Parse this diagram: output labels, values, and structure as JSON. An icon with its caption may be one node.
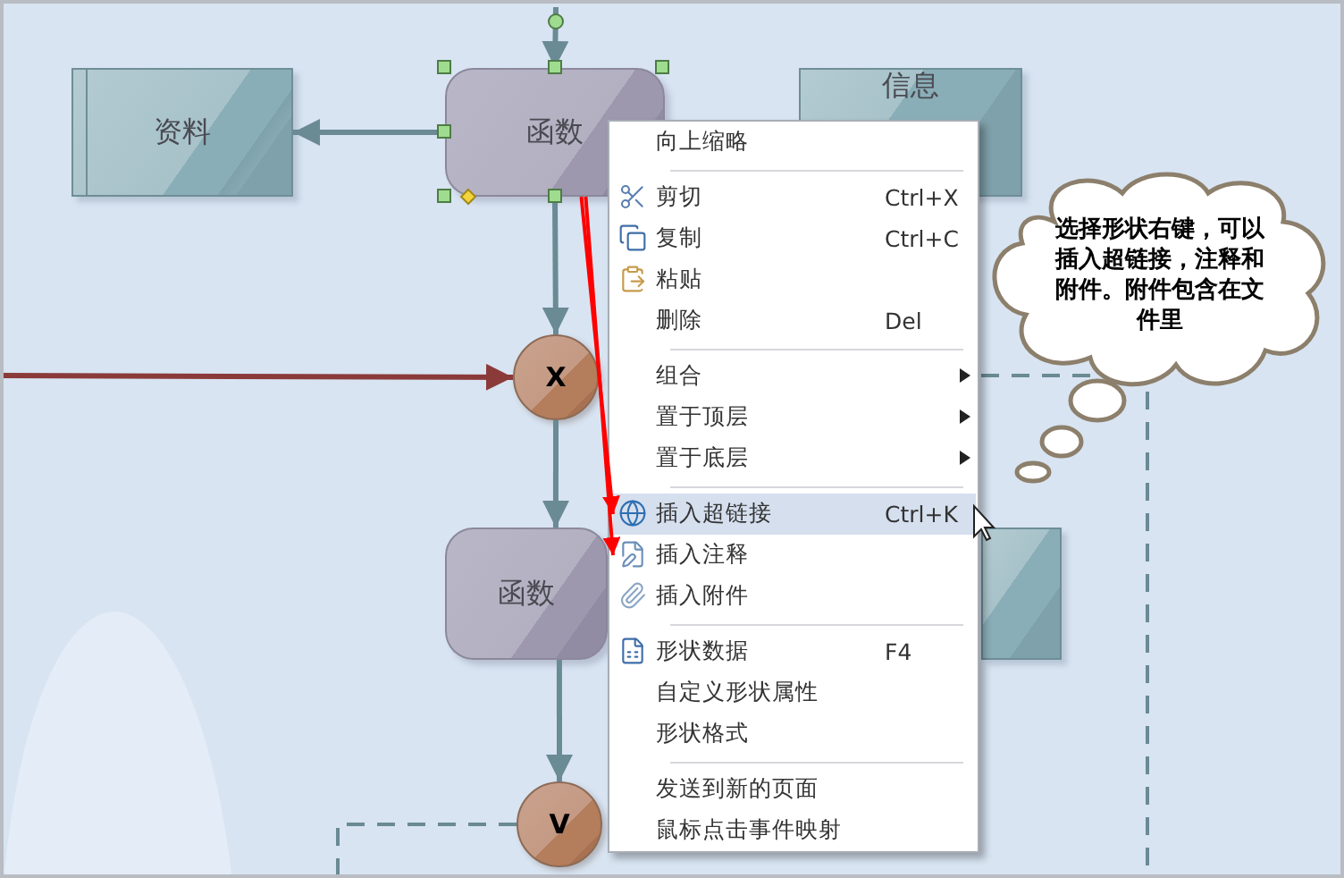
{
  "diagram": {
    "nodes": [
      {
        "text": [
          "资料"
        ]
      },
      {
        "text": [
          "函数"
        ]
      },
      {
        "text": [
          "信息"
        ]
      },
      {
        "text": [
          "X"
        ]
      },
      {
        "text": [
          "函数"
        ]
      },
      {
        "text": [],
        "shape": "box"
      },
      {
        "text": [
          "V"
        ]
      },
      {
        "text": [
          "选择形状右键，可以插入超链接，注释和附件。附件包含在文件里"
        ]
      },
      {
        "text": [],
        "shape": "box"
      },
      {
        "text": [
          "向上缩略"
        ],
        "in": 8
      },
      {
        "text": [
          "剪切",
          "Ctrl+X"
        ],
        "in": 8
      },
      {
        "text": [
          "复制",
          "Ctrl+C"
        ],
        "in": 8
      },
      {
        "text": [
          "粘贴"
        ],
        "in": 8
      },
      {
        "text": [
          "删除",
          "Del"
        ],
        "in": 8
      },
      {
        "text": [
          "组合"
        ],
        "in": 8
      },
      {
        "text": [
          "置于顶层"
        ],
        "in": 8
      },
      {
        "text": [
          "置于底层"
        ],
        "in": 8
      },
      {
        "text": [
          "插入超链接",
          "Ctrl+K"
        ],
        "in": 8
      },
      {
        "text": [
          "插入注释"
        ],
        "in": 8
      },
      {
        "text": [
          "插入附件"
        ],
        "in": 8
      },
      {
        "text": [
          "形状数据",
          "F4"
        ],
        "in": 8
      },
      {
        "text": [
          "自定义形状属性"
        ],
        "in": 8
      },
      {
        "text": [
          "形状格式"
        ],
        "in": 8
      },
      {
        "text": [
          "发送到新的页面"
        ],
        "in": 8
      },
      {
        "text": [
          "鼠标点击事件映射"
        ],
        "in": 8
      }
    ],
    "edges": [
      {
        "from": null,
        "to": 1,
        "arrow": "to"
      },
      {
        "from": 1,
        "to": 0,
        "arrow": "to"
      },
      {
        "from": 1,
        "to": 3,
        "arrow": "to"
      },
      {
        "from": null,
        "to": 3,
        "arrow": "to",
        "color": "#8b3a3a"
      },
      {
        "from": 3,
        "to": 4,
        "arrow": "to"
      },
      {
        "from": 4,
        "to": 6,
        "arrow": "to"
      },
      {
        "from": 1,
        "to": 17,
        "arrow": "to",
        "color": "#ff0000"
      },
      {
        "from": 1,
        "to": 18,
        "arrow": "to",
        "color": "#ff0000"
      }
    ]
  }
}
